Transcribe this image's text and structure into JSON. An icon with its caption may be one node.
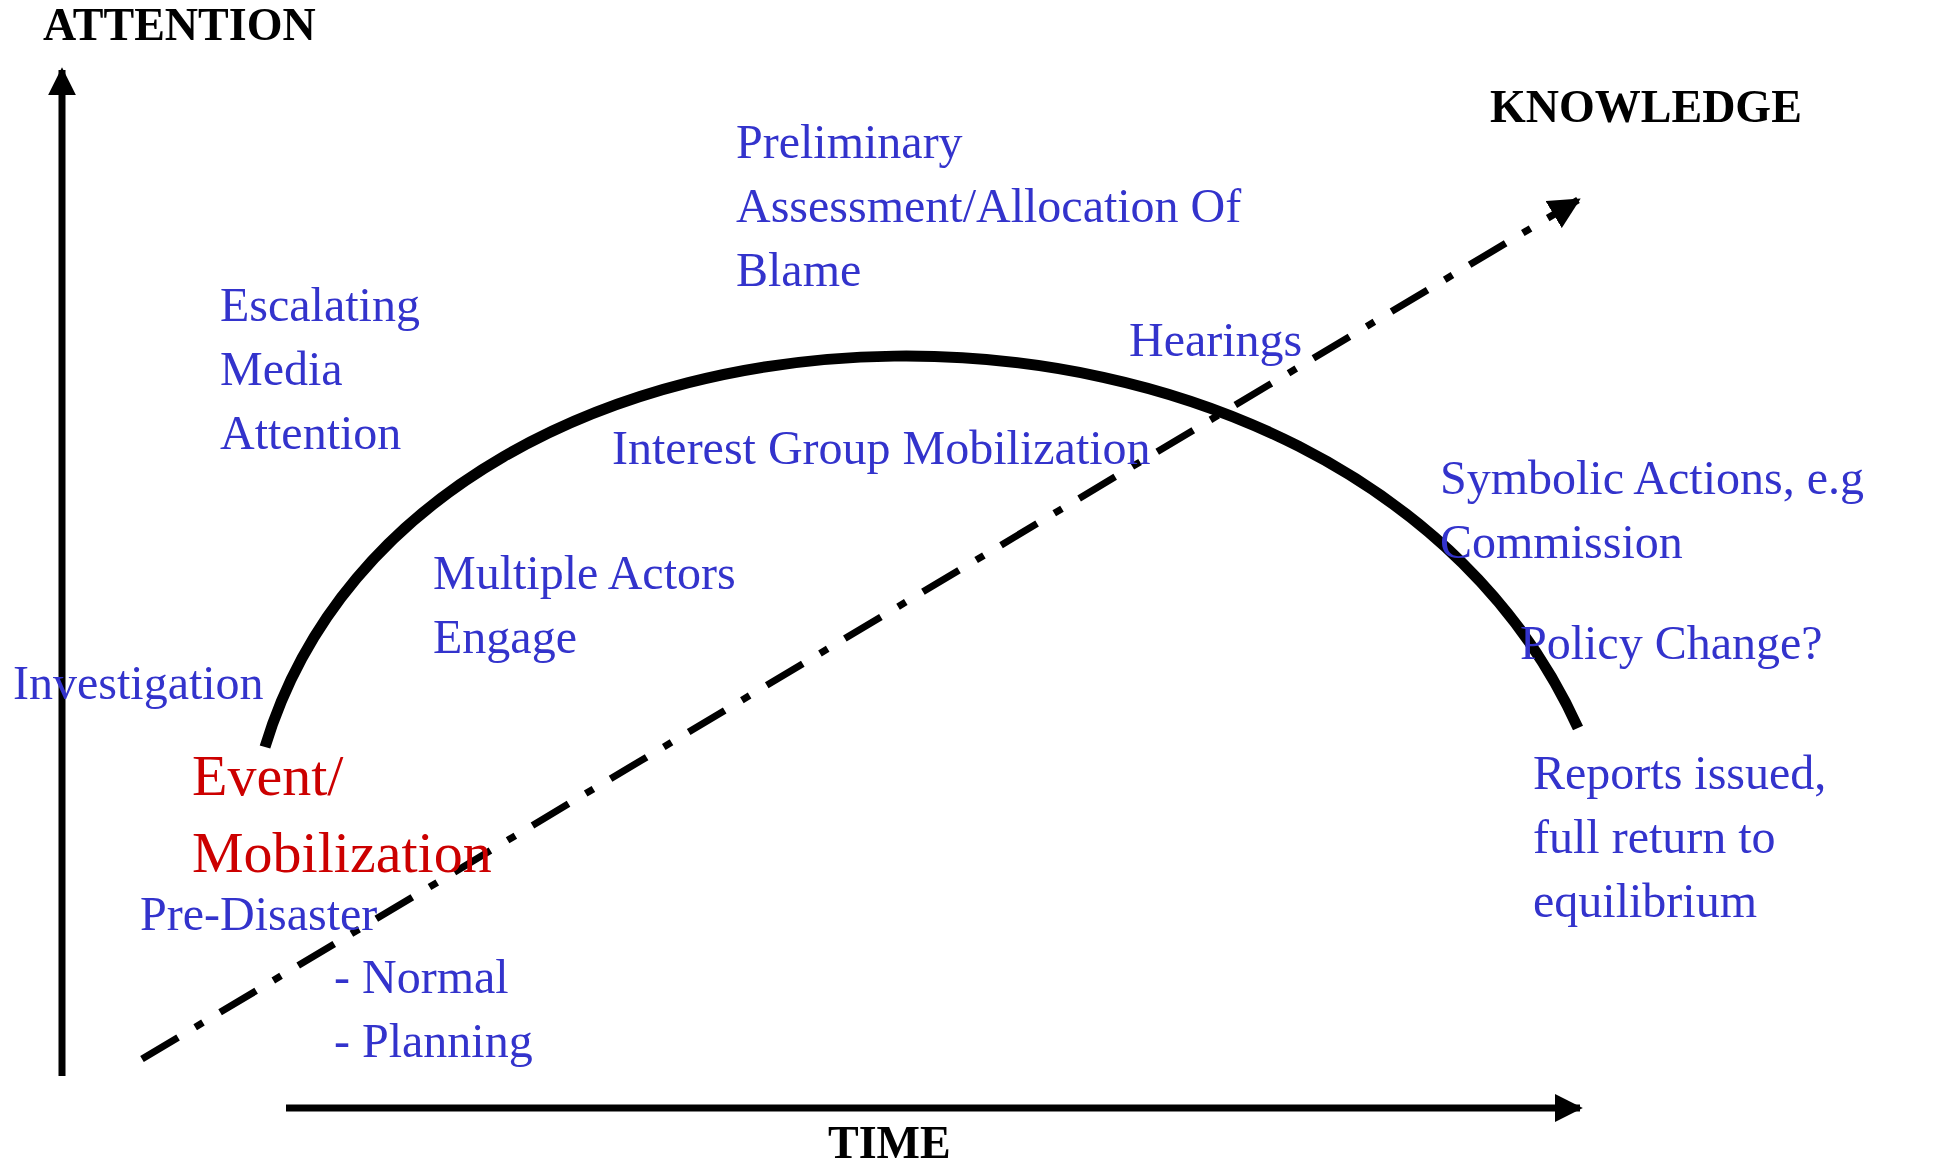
{
  "diagram": {
    "labels": [
      "ATTENTION",
      "KNOWLEDGE",
      "Preliminary Assessment/Allocation Of Blame",
      "Escalating Media Attention",
      "Hearings",
      "Interest Group Mobilization",
      "Symbolic Actions, e.g Commission",
      "Multiple Actors Engage",
      "Investigation",
      "Policy Change?",
      "Event/ Mobilization",
      "Reports issued, full return to equilibrium",
      "Pre-Disaster",
      "- Normal",
      "- Planning",
      "TIME"
    ]
  }
}
